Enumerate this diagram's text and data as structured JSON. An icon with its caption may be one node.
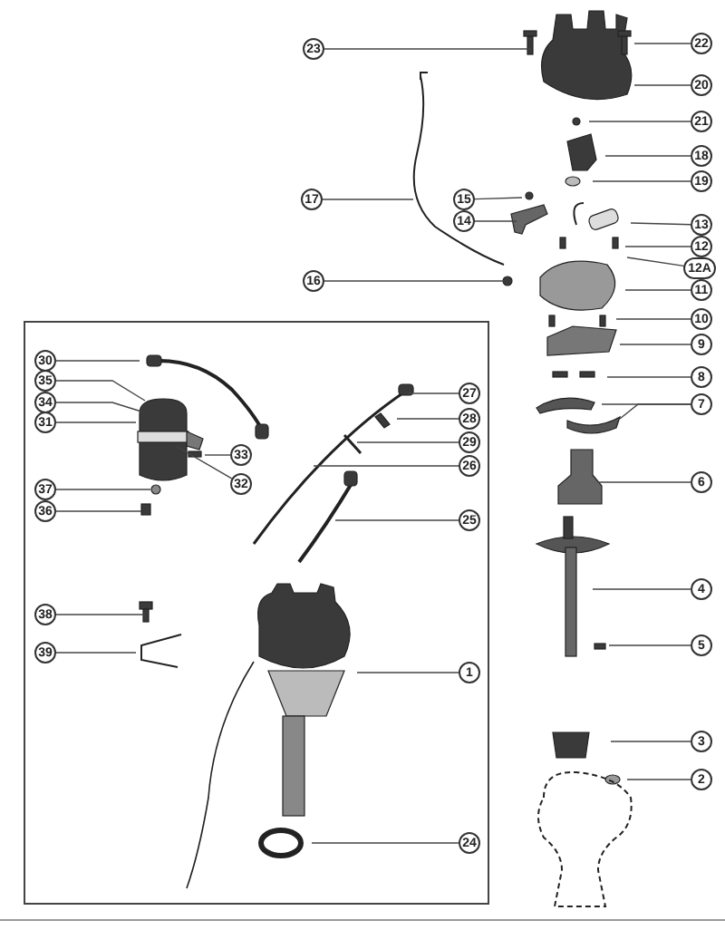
{
  "diagram": {
    "nodes": [
      {
        "text": [
          "23"
        ]
      },
      {
        "text": [
          "22"
        ]
      },
      {
        "text": [
          "20"
        ]
      },
      {
        "text": [
          "21"
        ]
      },
      {
        "text": [
          "18"
        ]
      },
      {
        "text": [
          "19"
        ]
      },
      {
        "text": [
          "17"
        ]
      },
      {
        "text": [
          "15"
        ]
      },
      {
        "text": [
          "14"
        ]
      },
      {
        "text": [
          "13"
        ]
      },
      {
        "text": [
          "12"
        ]
      },
      {
        "text": [
          "12A"
        ]
      },
      {
        "text": [
          "11"
        ]
      },
      {
        "text": [
          "16"
        ]
      },
      {
        "text": [
          "10"
        ]
      },
      {
        "text": [
          "9"
        ]
      },
      {
        "text": [
          "8"
        ]
      },
      {
        "text": [
          "7"
        ]
      },
      {
        "text": [
          "6"
        ]
      },
      {
        "text": [],
        "shape": "box"
      },
      {
        "text": [
          "30"
        ],
        "in": 19
      },
      {
        "text": [
          "35"
        ],
        "in": 19
      },
      {
        "text": [
          "34"
        ],
        "in": 19
      },
      {
        "text": [
          "31"
        ],
        "in": 19
      },
      {
        "text": [
          "33"
        ],
        "in": 19
      },
      {
        "text": [
          "32"
        ],
        "in": 19
      },
      {
        "text": [
          "37"
        ],
        "in": 19
      },
      {
        "text": [
          "36"
        ],
        "in": 19
      },
      {
        "text": [
          "27"
        ],
        "in": 19
      },
      {
        "text": [
          "28"
        ],
        "in": 19
      },
      {
        "text": [
          "29"
        ],
        "in": 19
      },
      {
        "text": [
          "26"
        ],
        "in": 19
      },
      {
        "text": [
          "25"
        ],
        "in": 19
      },
      {
        "text": [
          "38"
        ],
        "in": 19
      },
      {
        "text": [
          "39"
        ],
        "in": 19
      },
      {
        "text": [
          "1"
        ],
        "in": 19
      },
      {
        "text": [
          "24"
        ],
        "in": 19
      },
      {
        "text": [
          "4"
        ]
      },
      {
        "text": [
          "5"
        ]
      },
      {
        "text": [
          "3"
        ]
      },
      {
        "text": [
          "2"
        ]
      }
    ],
    "edges": [
      {
        "from": 0,
        "to": null,
        "arrow": "none"
      },
      {
        "from": 1,
        "to": null,
        "arrow": "none"
      },
      {
        "from": 2,
        "to": null,
        "arrow": "none"
      },
      {
        "from": 3,
        "to": null,
        "arrow": "none"
      },
      {
        "from": 4,
        "to": null,
        "arrow": "none"
      },
      {
        "from": 5,
        "to": null,
        "arrow": "none"
      },
      {
        "from": 6,
        "to": null,
        "arrow": "none"
      },
      {
        "from": 7,
        "to": null,
        "arrow": "none"
      },
      {
        "from": 8,
        "to": null,
        "arrow": "none"
      },
      {
        "from": 9,
        "to": null,
        "arrow": "none"
      },
      {
        "from": 10,
        "to": null,
        "arrow": "none"
      },
      {
        "from": 11,
        "to": null,
        "arrow": "none"
      },
      {
        "from": 12,
        "to": null,
        "arrow": "none"
      },
      {
        "from": 13,
        "to": null,
        "arrow": "none"
      },
      {
        "from": 14,
        "to": null,
        "arrow": "none"
      },
      {
        "from": 15,
        "to": null,
        "arrow": "none"
      },
      {
        "from": 16,
        "to": null,
        "arrow": "none"
      },
      {
        "from": 17,
        "to": null,
        "arrow": "none"
      },
      {
        "from": 17,
        "to": null,
        "arrow": "none"
      },
      {
        "from": 18,
        "to": null,
        "arrow": "none"
      },
      {
        "from": 20,
        "to": null,
        "arrow": "none"
      },
      {
        "from": 21,
        "to": null,
        "arrow": "none"
      },
      {
        "from": 22,
        "to": null,
        "arrow": "none"
      },
      {
        "from": 23,
        "to": null,
        "arrow": "none"
      },
      {
        "from": 24,
        "to": null,
        "arrow": "none"
      },
      {
        "from": 25,
        "to": null,
        "arrow": "none"
      },
      {
        "from": 26,
        "to": null,
        "arrow": "none"
      },
      {
        "from": 27,
        "to": null,
        "arrow": "none"
      },
      {
        "from": 28,
        "to": null,
        "arrow": "none"
      },
      {
        "from": 29,
        "to": null,
        "arrow": "none"
      },
      {
        "from": 30,
        "to": null,
        "arrow": "none"
      },
      {
        "from": 31,
        "to": null,
        "arrow": "none"
      },
      {
        "from": 32,
        "to": null,
        "arrow": "none"
      },
      {
        "from": 33,
        "to": null,
        "arrow": "none"
      },
      {
        "from": 34,
        "to": null,
        "arrow": "none"
      },
      {
        "from": 35,
        "to": null,
        "arrow": "none"
      },
      {
        "from": 36,
        "to": null,
        "arrow": "none"
      },
      {
        "from": 37,
        "to": null,
        "arrow": "none"
      },
      {
        "from": 38,
        "to": null,
        "arrow": "none"
      },
      {
        "from": 39,
        "to": null,
        "arrow": "none"
      },
      {
        "from": 40,
        "to": null,
        "arrow": "none"
      }
    ]
  }
}
